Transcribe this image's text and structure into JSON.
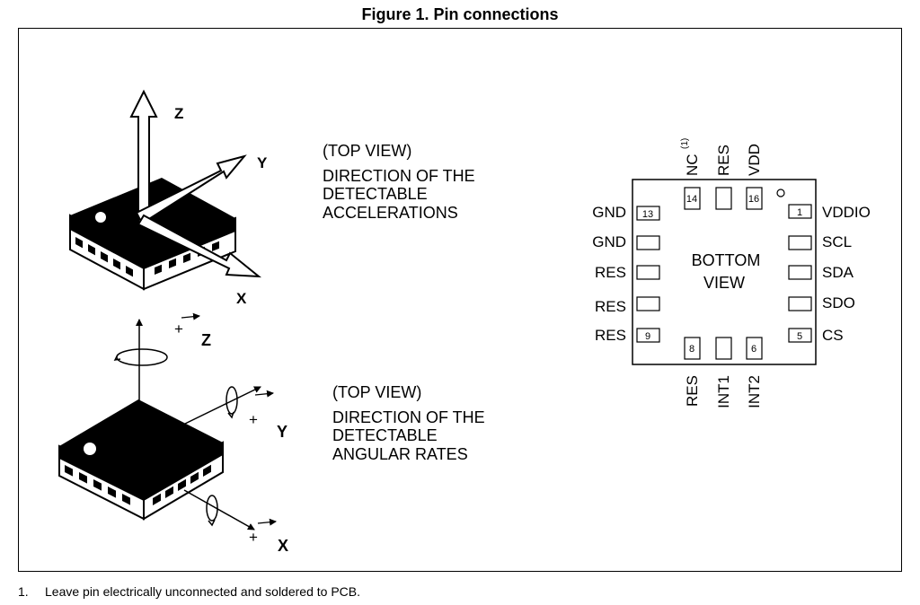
{
  "figure_title": "Figure 1. Pin connections",
  "accel_view": {
    "lines": [
      "(TOP VIEW)",
      "DIRECTION OF THE",
      "DETECTABLE",
      "ACCELERATIONS"
    ],
    "axes": {
      "z": "Z",
      "y": "Y",
      "x": "X"
    }
  },
  "gyro_view": {
    "lines": [
      "(TOP VIEW)",
      "DIRECTION OF THE",
      "DETECTABLE",
      "ANGULAR RATES"
    ],
    "axes": {
      "z": "Z",
      "y": "Y",
      "x": "X"
    },
    "plus": "+"
  },
  "pinout": {
    "center_lines": [
      "BOTTOM",
      "VIEW"
    ],
    "left_pins": [
      "GND",
      "GND",
      "RES",
      "RES",
      "RES"
    ],
    "right_pins": [
      "VDDIO",
      "SCL",
      "SDA",
      "SDO",
      "CS"
    ],
    "top_pins": [
      "NC",
      "RES",
      "VDD"
    ],
    "top_note": "(1)",
    "bottom_pins": [
      "RES",
      "INT1",
      "INT2"
    ],
    "pin_numbers": {
      "p13": "13",
      "p9": "9",
      "p1": "1",
      "p5": "5",
      "p14": "14",
      "p16": "16",
      "p8": "8",
      "p6": "6"
    }
  },
  "footnote": {
    "num": "1.",
    "text": "Leave pin electrically unconnected and soldered to PCB."
  }
}
